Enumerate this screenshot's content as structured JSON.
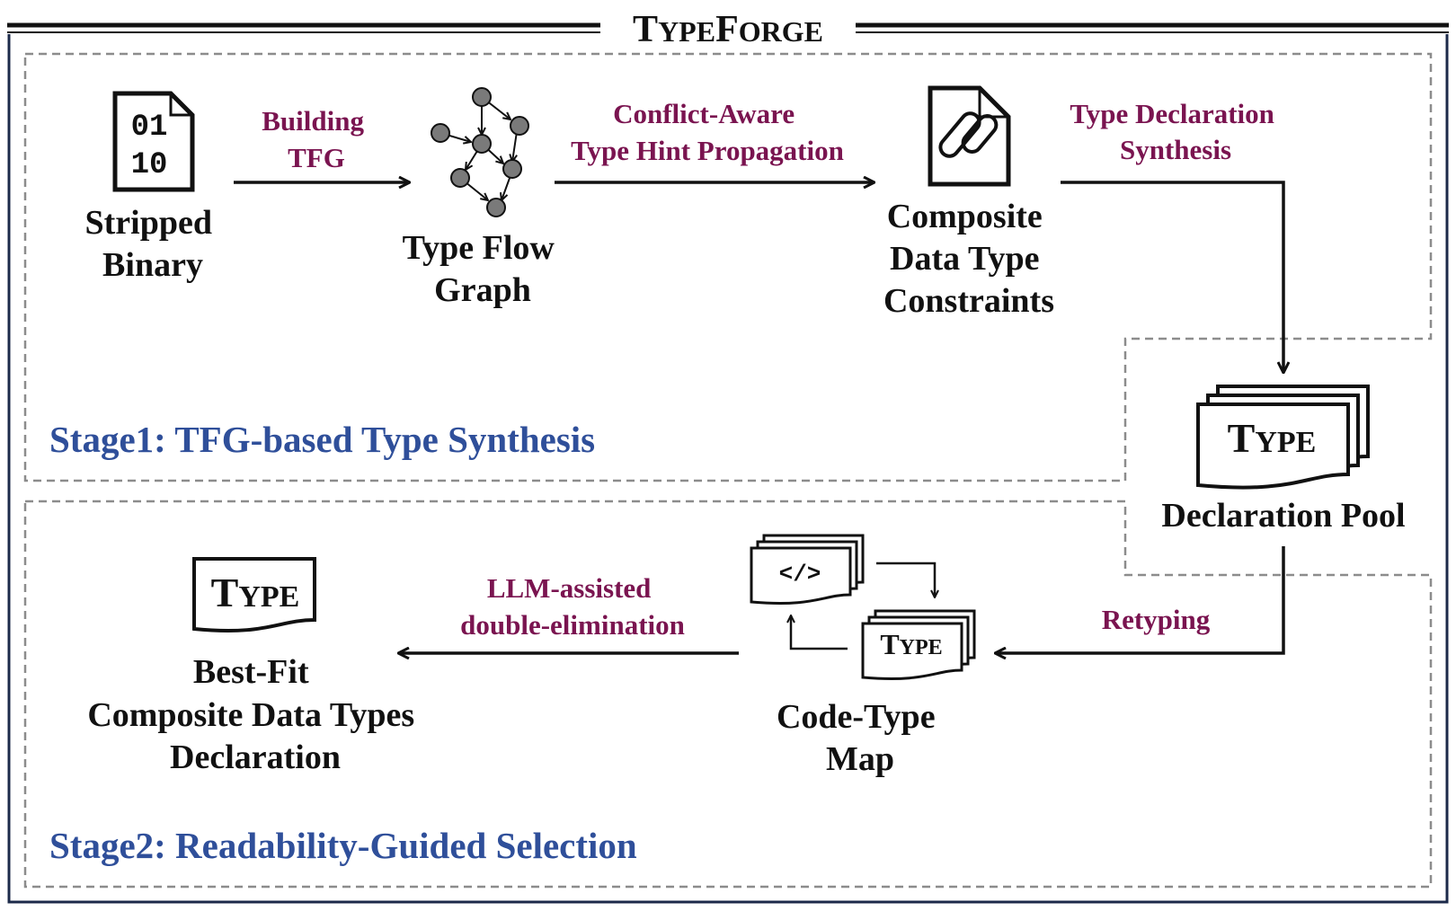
{
  "title": {
    "first": "T",
    "rest1": "YPE",
    "mid": "F",
    "rest2": "ORGE"
  },
  "stages": {
    "stage1": "Stage1: TFG-based Type Synthesis",
    "stage2": "Stage2: Readability-Guided Selection"
  },
  "nodes": {
    "binary": {
      "line1": "Stripped",
      "line2": "Binary",
      "icon_line1": "01",
      "icon_line2": "10"
    },
    "tfg": {
      "line1": "Type Flow",
      "line2": "Graph"
    },
    "constraints": {
      "line1": "Composite",
      "line2": "Data Type",
      "line3": "Constraints"
    },
    "pool": {
      "line1": "Declaration Pool"
    },
    "codemap": {
      "line1": "Code-Type",
      "line2": "Map",
      "code_glyph": "</>"
    },
    "bestfit": {
      "line1": "Best-Fit",
      "line2": "Composite Data Types",
      "line3": "Declaration"
    }
  },
  "type_icon": {
    "first": "T",
    "rest": "YPE"
  },
  "edges": {
    "building": {
      "line1": "Building",
      "line2": "TFG"
    },
    "propagation": {
      "line1": "Conflict-Aware",
      "line2": "Type Hint Propagation"
    },
    "synthesis": {
      "line1": "Type Declaration",
      "line2": "Synthesis"
    },
    "retyping": {
      "line1": "Retyping"
    },
    "llm": {
      "line1": "LLM-assisted",
      "line2": "double-elimination"
    }
  },
  "colors": {
    "edge_label": "#7a1450",
    "stage_label": "#2f4f9a",
    "frame": "#1c2a4a",
    "dashed": "#8c8c8c"
  },
  "icons": [
    "binary-file-icon",
    "graph-icon",
    "link-document-icon",
    "stacked-type-document-icon",
    "code-document-icon",
    "type-document-icon"
  ]
}
